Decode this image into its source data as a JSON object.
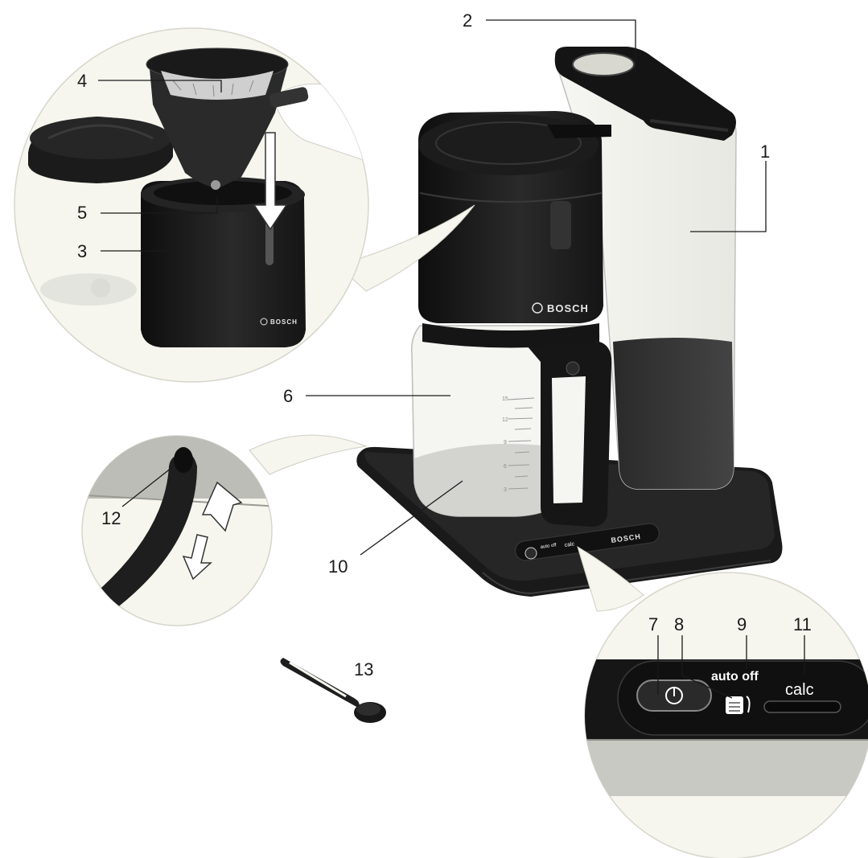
{
  "diagram": {
    "callouts": {
      "c1": "1",
      "c2": "2",
      "c3": "3",
      "c4": "4",
      "c5": "5",
      "c6": "6",
      "c7": "7",
      "c8": "8",
      "c9": "9",
      "c10": "10",
      "c11": "11",
      "c12": "12",
      "c13": "13"
    },
    "brand": "BOSCH",
    "panel": {
      "auto_off": "auto off",
      "calc": "calc",
      "power_symbol": "⏼"
    },
    "scale_marks": [
      "15",
      "12",
      "9",
      "6",
      "3"
    ],
    "colors": {
      "body": "#1f1f1f",
      "body_dark": "#111111",
      "glass": "#f3f3ef",
      "water": "#cfcfcb",
      "zoom_bg": "#f4f4ee",
      "line": "#1a1a1a"
    }
  }
}
